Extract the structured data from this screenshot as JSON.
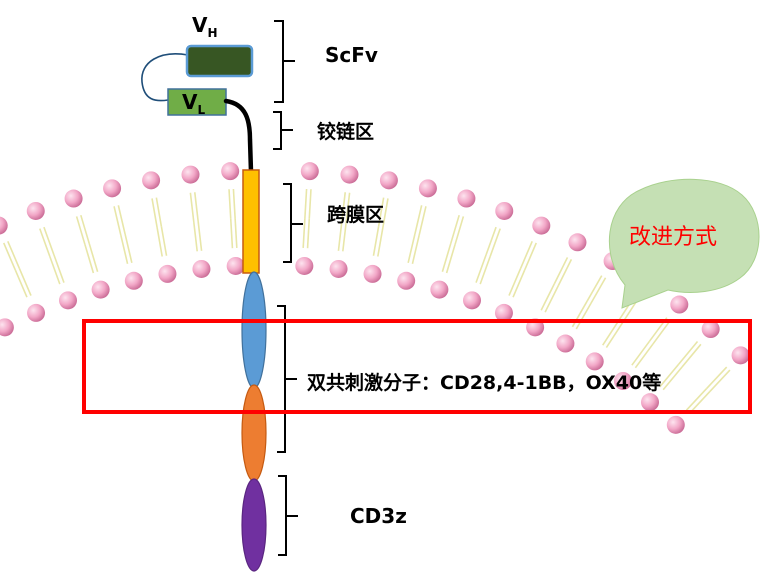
{
  "diagram": {
    "vh_label": "V",
    "vh_sub": "H",
    "vl_label": "V",
    "vl_sub": "L",
    "scfv_label": "ScFv",
    "hinge_label": "铰链区",
    "tm_label": "跨膜区",
    "costim_label": "双共刺激分子：CD28,4-1BB，OX40等",
    "cd3z_label": "CD3z",
    "callout_label": "改进方式"
  },
  "colors": {
    "vh_fill": "#375623",
    "vl_fill": "#70ad47",
    "tm_fill": "#ffc000",
    "dom1_fill": "#5b9bd5",
    "dom2_fill": "#ed7d31",
    "cd3z_fill": "#7030a0",
    "callout_fill": "#c5e0b4",
    "highlight_stroke": "#ff0000",
    "callout_text": "#ff0000",
    "lipid_head": "#f2a7c7",
    "lipid_tail": "#e8e6a8"
  }
}
